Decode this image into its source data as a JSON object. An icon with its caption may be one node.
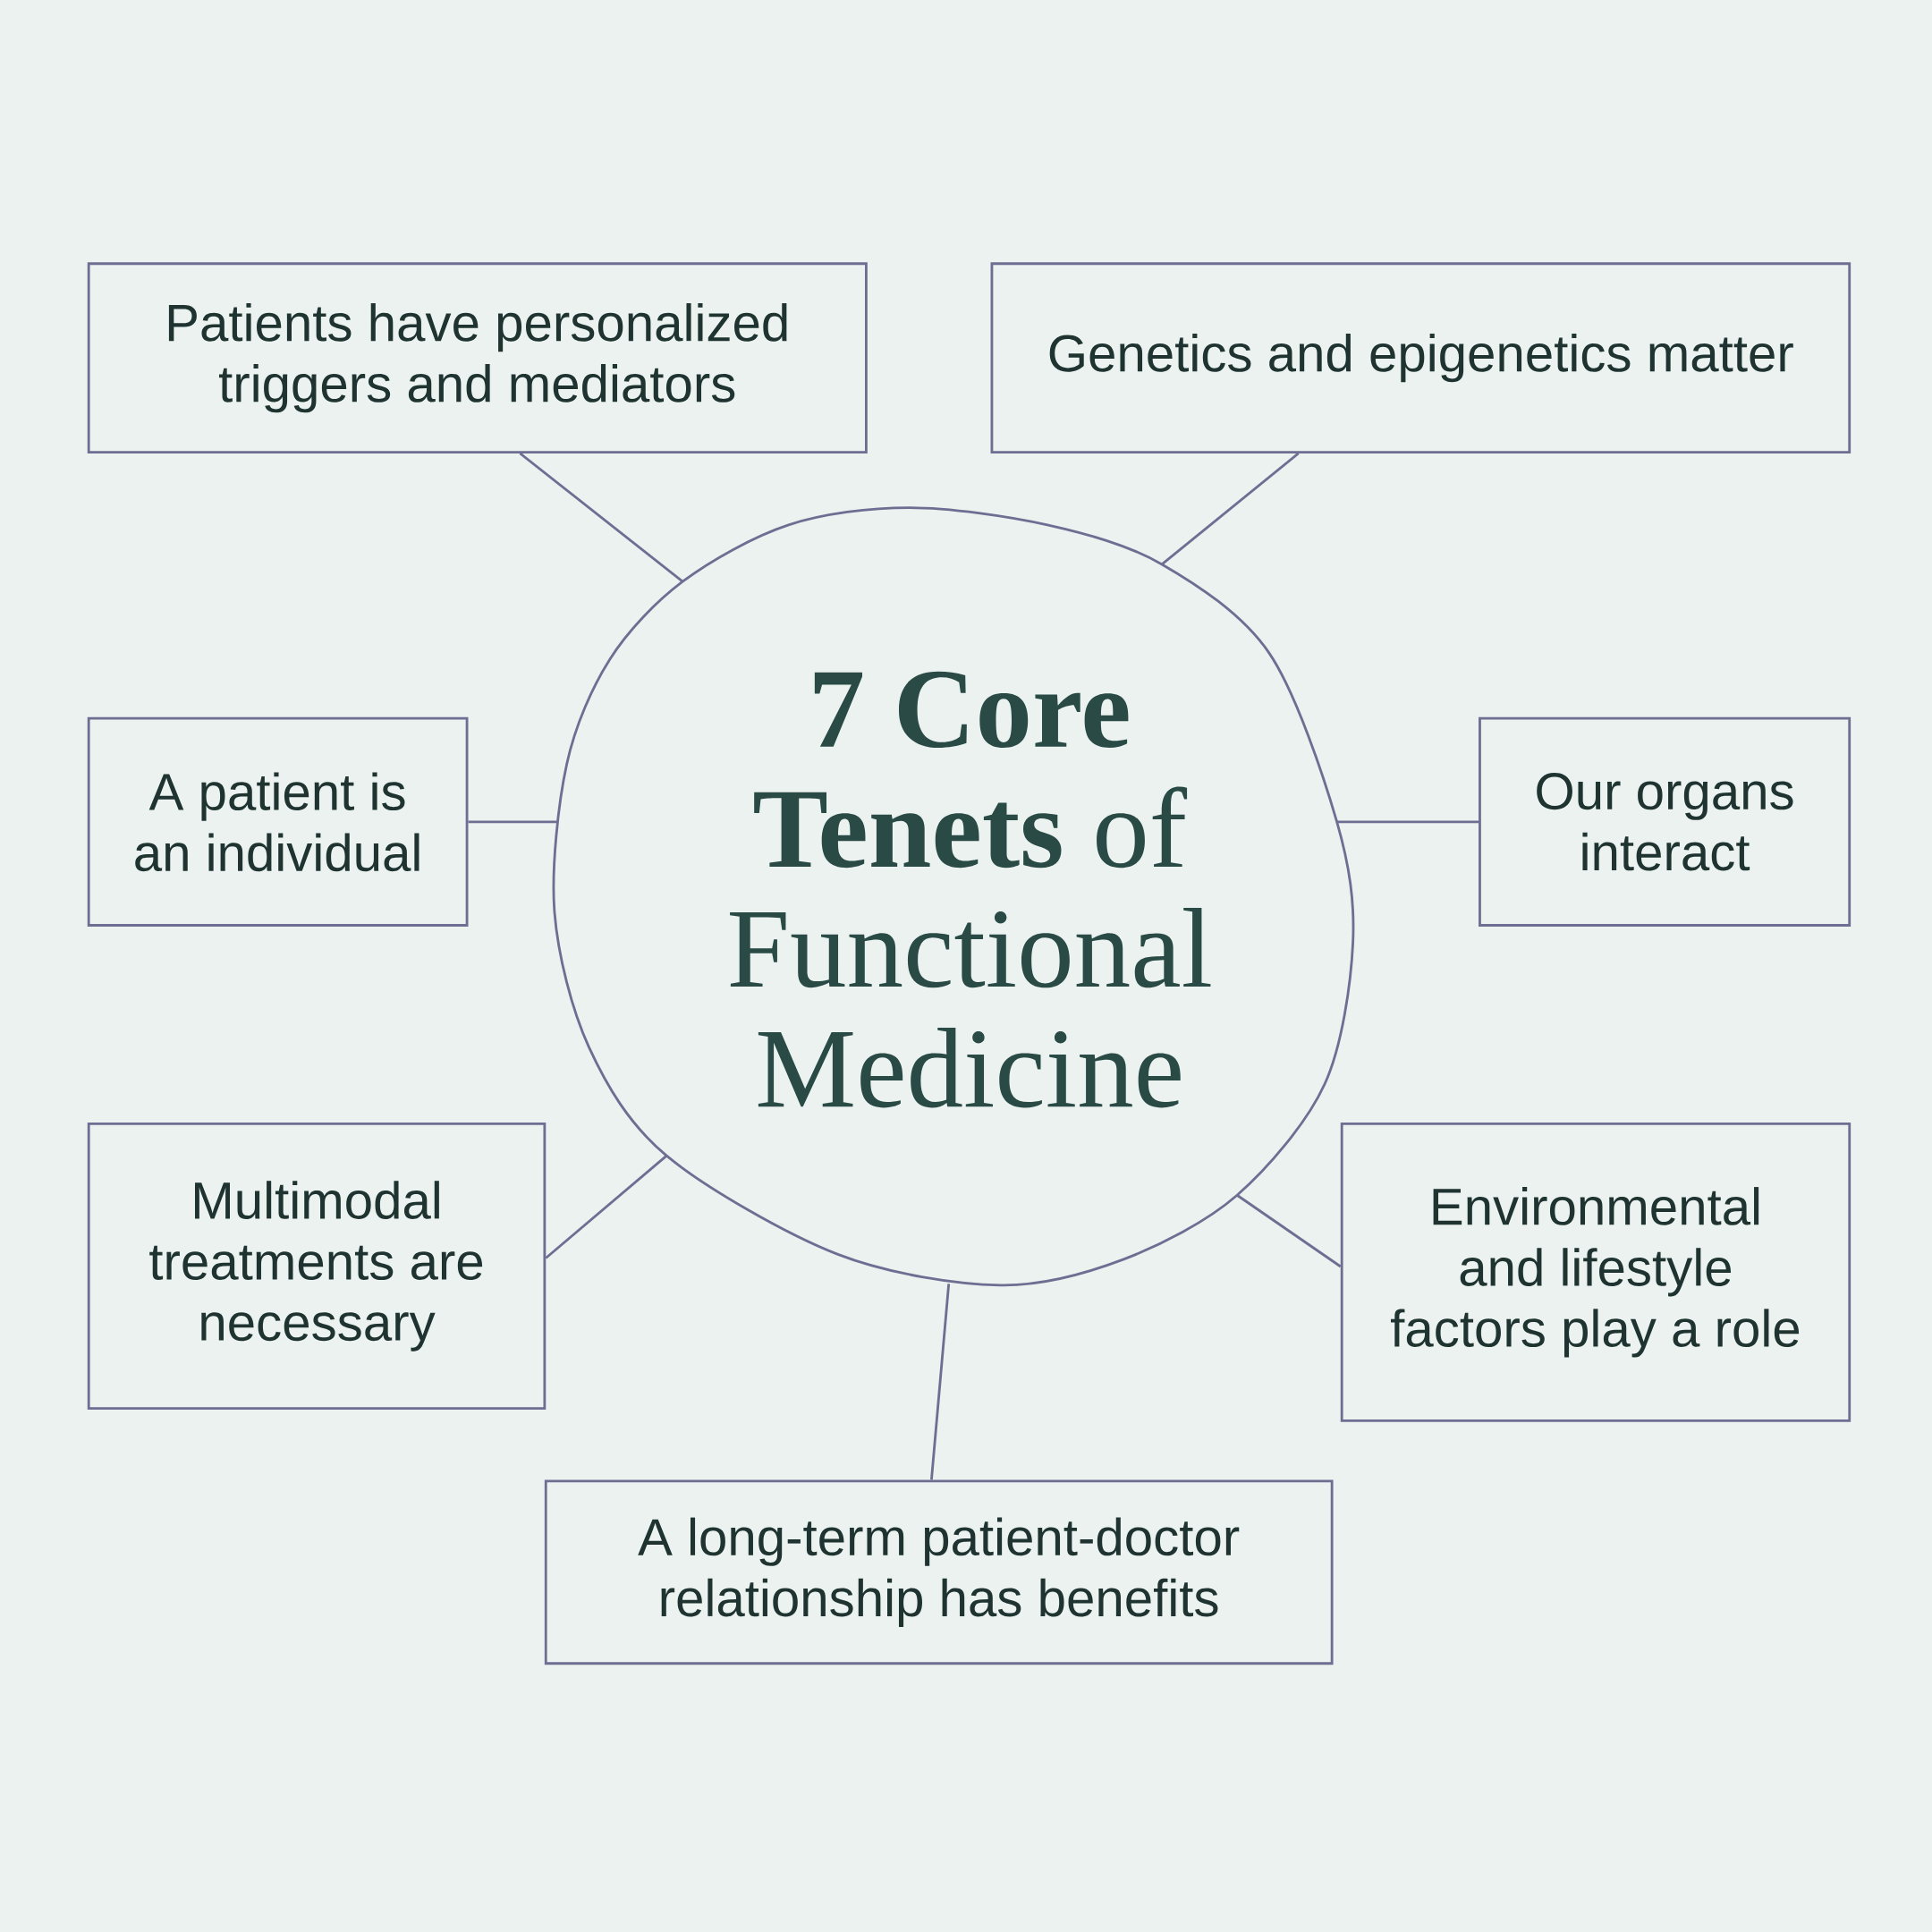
{
  "diagram": {
    "nodes": [
      {
        "text": [
          "Patients have personalized triggers and mediators"
        ]
      },
      {
        "text": [
          "Genetics and epigenetics matter"
        ]
      },
      {
        "text": [
          "**7 Core Tenets** of Functional Medicine"
        ]
      },
      {
        "text": [
          "A patient is an individual"
        ]
      },
      {
        "text": [
          "Our organs interact"
        ]
      },
      {
        "text": [
          "Multimodal treatments are necessary"
        ]
      },
      {
        "text": [
          "Environmental and lifestyle factors play a role"
        ]
      },
      {
        "text": [
          "A long-term patient-doctor relationship has benefits"
        ]
      }
    ],
    "edges": [
      {
        "from": 0,
        "to": 2,
        "arrow": "none"
      },
      {
        "from": 1,
        "to": 2,
        "arrow": "none"
      },
      {
        "from": 3,
        "to": 2,
        "arrow": "none"
      },
      {
        "from": 4,
        "to": 2,
        "arrow": "none"
      },
      {
        "from": 5,
        "to": 2,
        "arrow": "none"
      },
      {
        "from": 6,
        "to": 2,
        "arrow": "none"
      },
      {
        "from": 7,
        "to": 2,
        "arrow": "none"
      }
    ]
  }
}
